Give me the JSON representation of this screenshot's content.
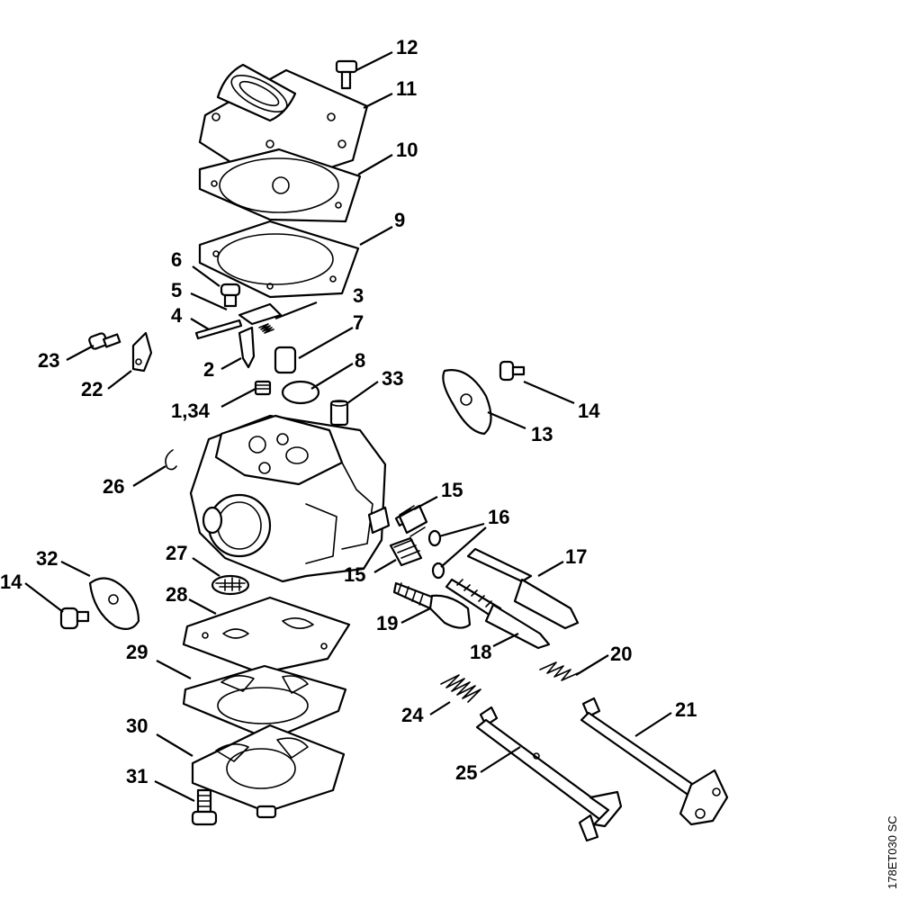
{
  "drawing_code": "178ET030 SC",
  "callouts": {
    "c1": "12",
    "c2": "11",
    "c3": "10",
    "c4": "9",
    "c5": "6",
    "c6": "5",
    "c7": "3",
    "c8": "4",
    "c9": "7",
    "c10": "23",
    "c11": "22",
    "c12": "2",
    "c13": "8",
    "c14": "33",
    "c15": "1,34",
    "c16": "14",
    "c17": "13",
    "c18": "26",
    "c19": "15",
    "c20": "16",
    "c21": "15",
    "c22": "17",
    "c23": "32",
    "c24": "14",
    "c25": "27",
    "c26": "28",
    "c27": "19",
    "c28": "18",
    "c29": "20",
    "c30": "29",
    "c31": "21",
    "c32": "24",
    "c33": "30",
    "c34": "25",
    "c35": "31"
  }
}
